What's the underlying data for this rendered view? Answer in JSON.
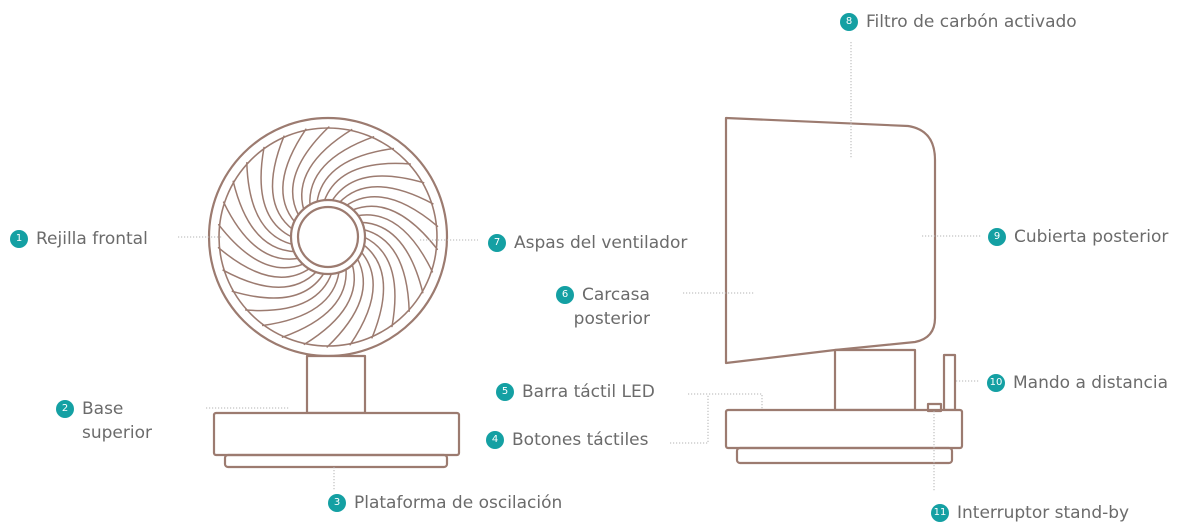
{
  "colors": {
    "accent": "#14a0a3",
    "text": "#6b6b6b",
    "outline": "#9c7b70",
    "leader": "#b3b3b3"
  },
  "callouts": [
    {
      "num": "1",
      "line1": "Rejilla frontal",
      "line2": ""
    },
    {
      "num": "2",
      "line1": "Base",
      "line2": "superior"
    },
    {
      "num": "3",
      "line1": "Plataforma de oscilación",
      "line2": ""
    },
    {
      "num": "4",
      "line1": "Botones táctiles",
      "line2": ""
    },
    {
      "num": "5",
      "line1": "Barra táctil LED",
      "line2": ""
    },
    {
      "num": "6",
      "line1": "Carcasa",
      "line2": "posterior"
    },
    {
      "num": "7",
      "line1": "Aspas del ventilador",
      "line2": ""
    },
    {
      "num": "8",
      "line1": "Filtro de carbón activado",
      "line2": ""
    },
    {
      "num": "9",
      "line1": "Cubierta posterior",
      "line2": ""
    },
    {
      "num": "10",
      "line1": "Mando a distancia",
      "line2": ""
    },
    {
      "num": "11",
      "line1": "Interruptor stand-by",
      "line2": ""
    }
  ]
}
